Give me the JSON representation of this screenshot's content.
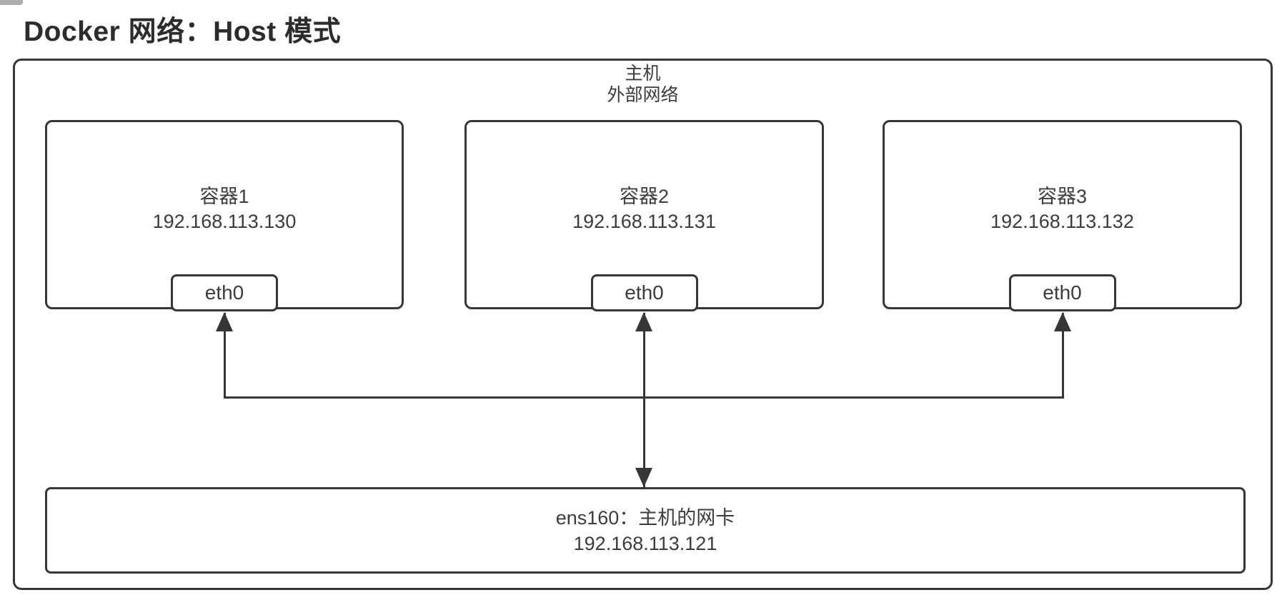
{
  "title": "Docker 网络：Host 模式",
  "colors": {
    "stroke": "#363636",
    "text": "#3c3c3c",
    "background": "#ffffff"
  },
  "diagram": {
    "host": {
      "label_line1": "主机",
      "label_line2": "外部网络"
    },
    "containers": [
      {
        "name": "容器1",
        "ip": "192.168.113.130",
        "interface": "eth0"
      },
      {
        "name": "容器2",
        "ip": "192.168.113.131",
        "interface": "eth0"
      },
      {
        "name": "容器3",
        "ip": "192.168.113.132",
        "interface": "eth0"
      }
    ],
    "nic": {
      "label": "ens160：主机的网卡",
      "ip": "192.168.113.121"
    }
  }
}
